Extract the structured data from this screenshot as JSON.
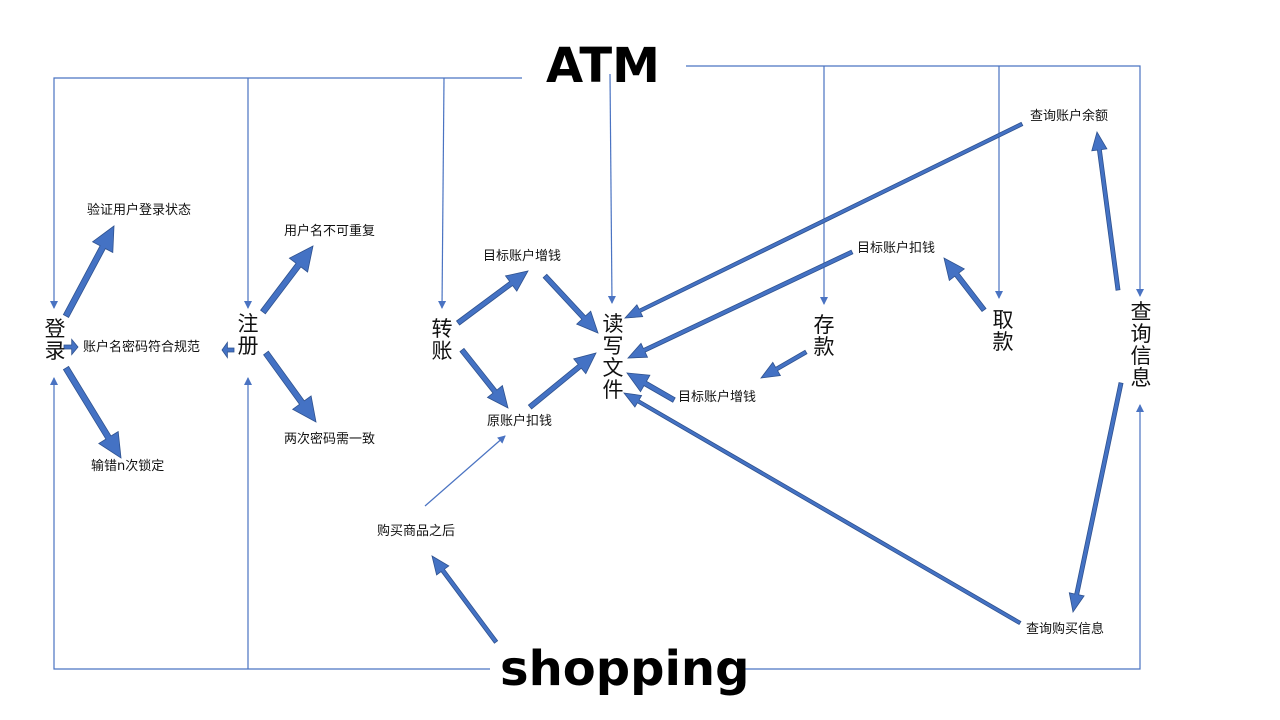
{
  "title": "ATM",
  "bottom_title": "shopping",
  "colors": {
    "line": "#4a73c2",
    "thick_arrow": "#4472c4",
    "thick_arrow_edge": "#2f528f",
    "text": "#111111"
  },
  "atm_modules": {
    "login": "登录",
    "register": "注册",
    "transfer": "转账",
    "read_write_file": "读写文件",
    "deposit": "存款",
    "withdraw": "取款",
    "query_info": "查询信息"
  },
  "login_steps": {
    "verify_login_state": "验证用户登录状态",
    "format_check": "账户名密码符合规范",
    "lock_after_n_errors": "输错n次锁定"
  },
  "register_steps": {
    "unique_username": "用户名不可重复",
    "passwords_match": "两次密码需一致"
  },
  "transfer_steps": {
    "target_add": "目标账户增钱",
    "source_deduct": "原账户扣钱"
  },
  "other_steps": {
    "query_balance": "查询账户余额",
    "target_deduct": "目标账户扣钱",
    "target_add_deposit": "目标账户增钱",
    "after_purchase": "购买商品之后",
    "query_purchase": "查询购买信息"
  }
}
